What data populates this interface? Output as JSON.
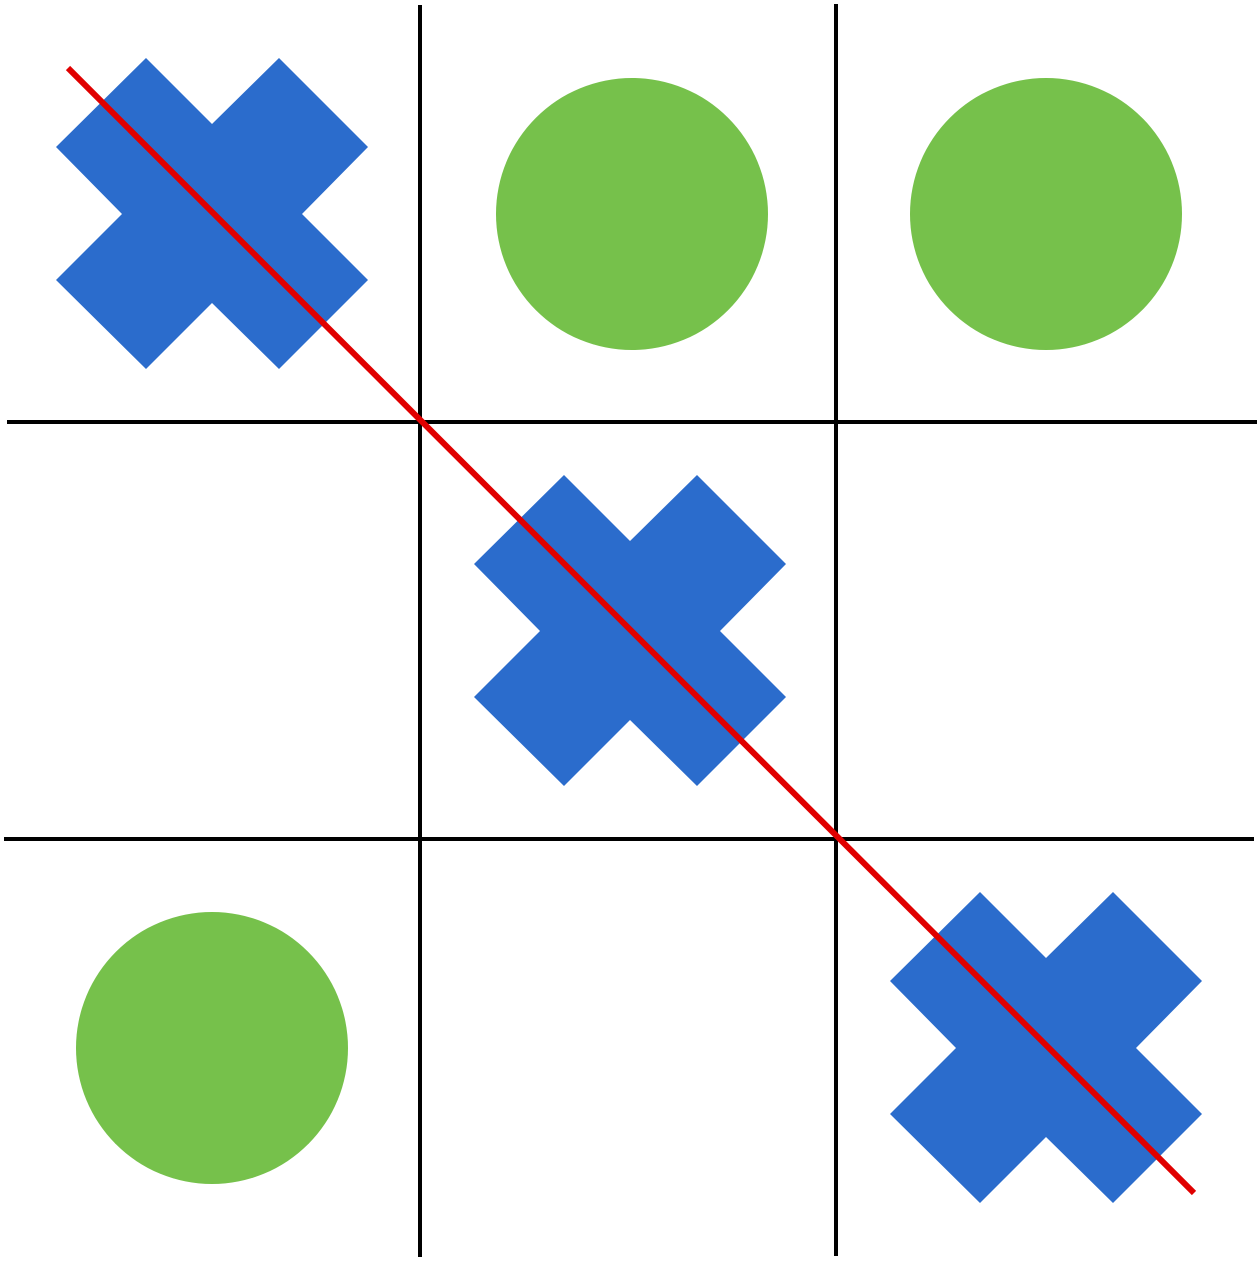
{
  "game": "tic-tac-toe",
  "board": [
    [
      "X",
      "O",
      "O"
    ],
    [
      "",
      "X",
      ""
    ],
    [
      "O",
      "",
      "X"
    ]
  ],
  "winner": "X",
  "winning_line": {
    "from_cell": [
      0,
      0
    ],
    "to_cell": [
      2,
      2
    ],
    "direction": "diagonal"
  },
  "colors": {
    "x": "#2b6ccc",
    "o": "#76c14b",
    "grid": "#000000",
    "win_line": "#e00000",
    "background": "#ffffff"
  }
}
